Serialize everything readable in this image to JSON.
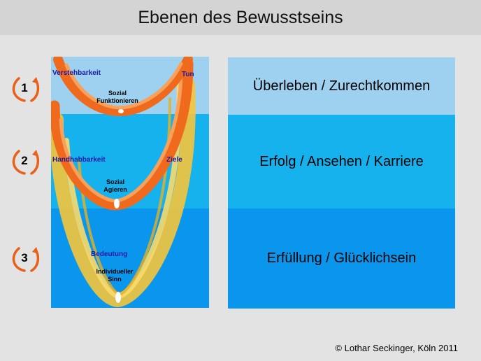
{
  "title": "Ebenen des Bewusstseins",
  "levels": [
    {
      "number": "1",
      "label": "Überleben / Zurechtkommen",
      "left_word": "Verstehbarkeit",
      "right_word": "Tun",
      "center_text": [
        "Sozial",
        "Funktionieren"
      ]
    },
    {
      "number": "2",
      "label": "Erfolg / Ansehen / Karriere",
      "left_word": "Handhabbarkeit",
      "right_word": "Ziele",
      "center_text": [
        "Sozial",
        "Agieren"
      ]
    },
    {
      "number": "3",
      "label": "Erfüllung / Glücklichsein",
      "left_word": "Bedeutung",
      "center_text": [
        "Individueller",
        "Sinn"
      ]
    }
  ],
  "copyright": "© Lothar Seckinger, Köln 2011",
  "colors": {
    "title_bar": "#d4d4d4",
    "page_background": "#e3e3e3",
    "band_1": "#9ed0f0",
    "band_2": "#16b2ee",
    "band_3": "#0b96ee",
    "orange_arc": "#f06a1e",
    "yellow_arc": "#f5c43a",
    "label_blue": "#1a1aa6"
  },
  "icons": [
    "circular-arrow-icon"
  ]
}
